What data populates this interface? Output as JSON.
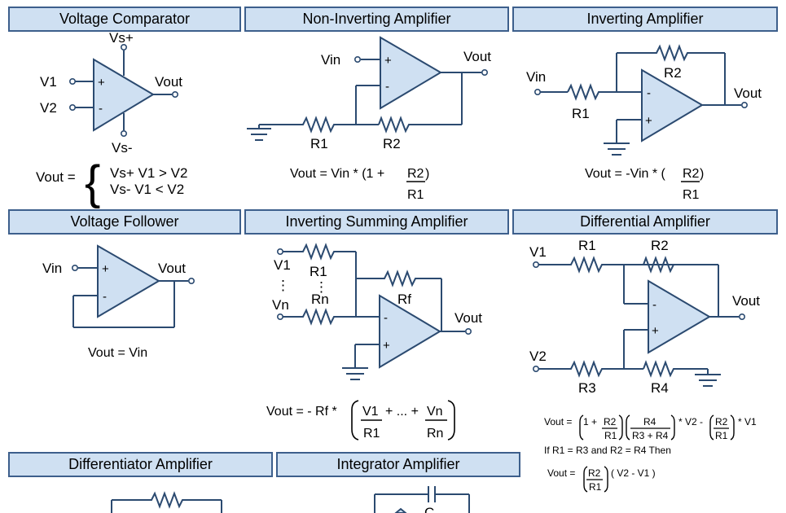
{
  "panels": {
    "comparator": {
      "title": "Voltage Comparator",
      "vs_plus": "Vs+",
      "vs_minus": "Vs-",
      "v1": "V1",
      "v2": "V2",
      "vout": "Vout",
      "plus": "+",
      "minus": "-",
      "eq_lhs": "Vout =",
      "case1": "Vs+  V1 > V2",
      "case2": "Vs-   V1 < V2"
    },
    "noninverting": {
      "title": "Non-Inverting Amplifier",
      "vin": "Vin",
      "vout": "Vout",
      "r1": "R1",
      "r2": "R2",
      "plus": "+",
      "minus": "-",
      "eq_main": "Vout = Vin * (1 + ",
      "eq_num": "R2",
      "eq_close": ")",
      "eq_den": "R1"
    },
    "inverting": {
      "title": "Inverting Amplifier",
      "vin": "Vin",
      "vout": "Vout",
      "r1": "R1",
      "r2": "R2",
      "plus": "+",
      "minus": "-",
      "eq_main": "Vout = -Vin * (",
      "eq_num": "R2",
      "eq_close": ")",
      "eq_den": "R1"
    },
    "follower": {
      "title": "Voltage Follower",
      "vin": "Vin",
      "vout": "Vout",
      "plus": "+",
      "minus": "-",
      "eq": "Vout = Vin"
    },
    "summing": {
      "title": "Inverting Summing Amplifier",
      "v1": "V1",
      "vn": "Vn",
      "r1": "R1",
      "rn": "Rn",
      "rf": "Rf",
      "vout": "Vout",
      "plus": "+",
      "minus": "-",
      "dots": "⋮",
      "eq_lhs": "Vout = - Rf *",
      "eq_n1": "V1",
      "eq_d1": "R1",
      "eq_mid": "+ ... +",
      "eq_n2": "Vn",
      "eq_d2": "Rn"
    },
    "differential": {
      "title": "Differential Amplifier",
      "v1": "V1",
      "v2": "V2",
      "r1": "R1",
      "r2": "R2",
      "r3": "R3",
      "r4": "R4",
      "vout": "Vout",
      "plus": "+",
      "minus": "-",
      "eq1_lhs": "Vout =",
      "eq1_a": "1 +",
      "eq1_n1": "R2",
      "eq1_d1": "R1",
      "eq1_n2": "R4",
      "eq1_d2": "R3 + R4",
      "eq1_mid": "* V2 -",
      "eq1_n3": "R2",
      "eq1_d3": "R1",
      "eq1_end": "* V1",
      "cond": "If R1 = R3 and R2 = R4 Then",
      "eq2_lhs": "Vout =",
      "eq2_n": "R2",
      "eq2_d": "R1",
      "eq2_end": "( V2 - V1 )"
    },
    "differentiator": {
      "title": "Differentiator Amplifier"
    },
    "integrator": {
      "title": "Integrator Amplifier",
      "c": "C"
    }
  },
  "colors": {
    "title_fill": "#cfe0f2",
    "title_border": "#3d5f8c",
    "wire": "#2b4a70",
    "amp_fill": "#cfe0f2"
  }
}
